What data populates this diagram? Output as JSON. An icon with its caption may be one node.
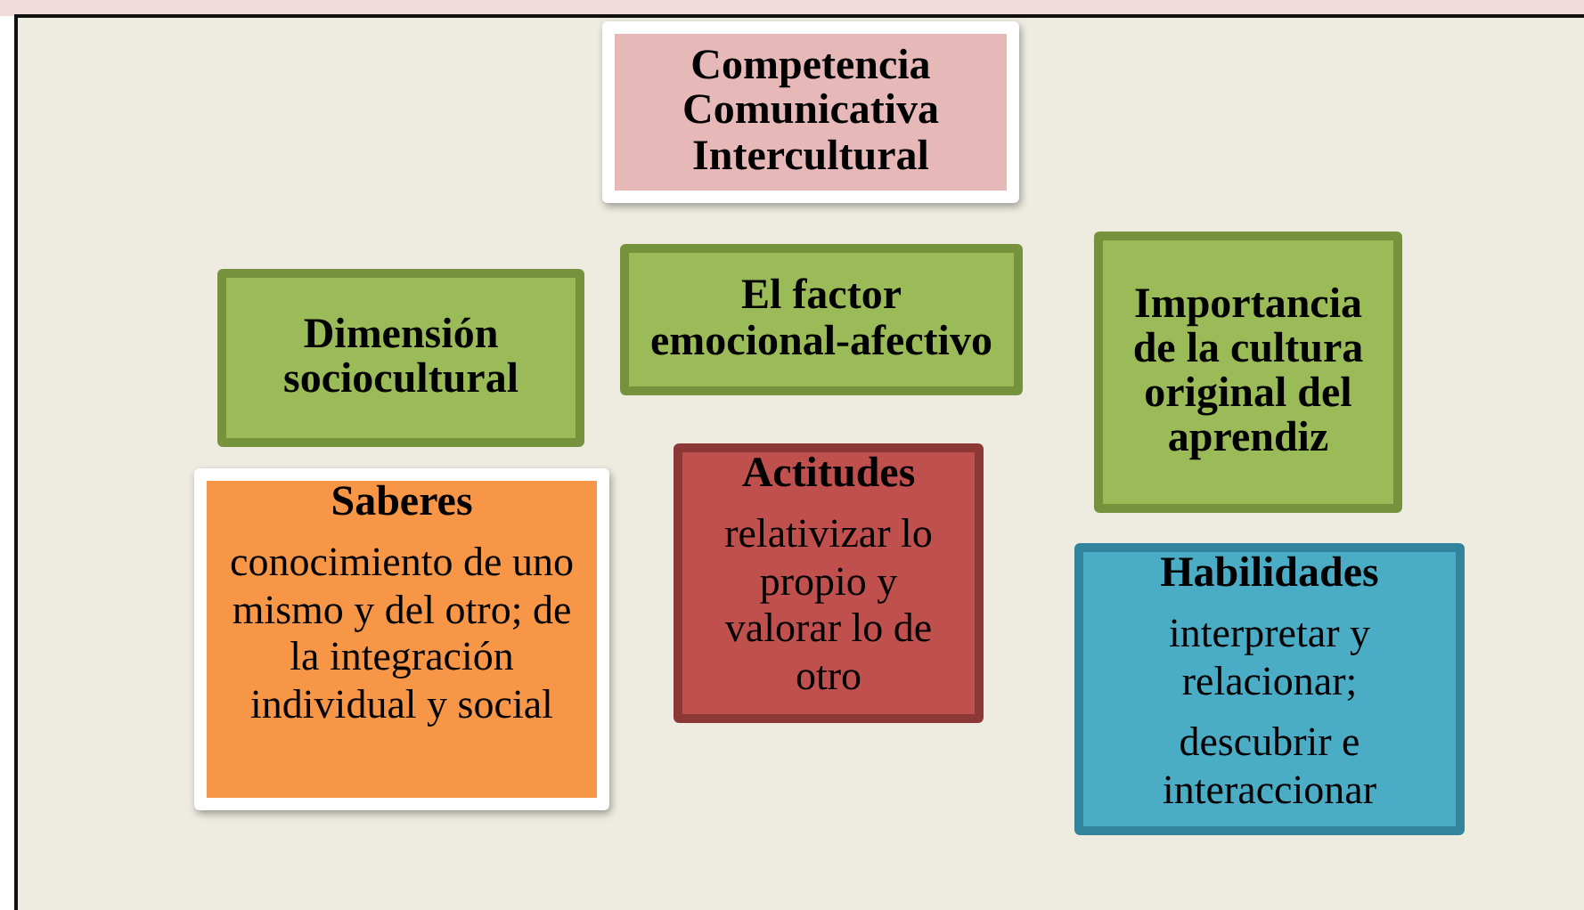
{
  "diagram": {
    "nodes": [
      {
        "text": [
          "Competencia Comunicativa Intercultural"
        ]
      },
      {
        "text": [
          "Dimensión sociocultural"
        ]
      },
      {
        "text": [
          "El factor emocional-afectivo"
        ]
      },
      {
        "text": [
          "Importancia de la cultura original del aprendiz"
        ]
      },
      {
        "text": [
          "Saberes",
          "conocimiento de uno mismo y del otro; de la integración individual y social"
        ]
      },
      {
        "text": [
          "Actitudes",
          "relativizar lo propio y valorar lo de otro"
        ]
      },
      {
        "text": [
          "Habilidades",
          "interpretar y relacionar;",
          "descubrir e interaccionar"
        ]
      }
    ]
  }
}
